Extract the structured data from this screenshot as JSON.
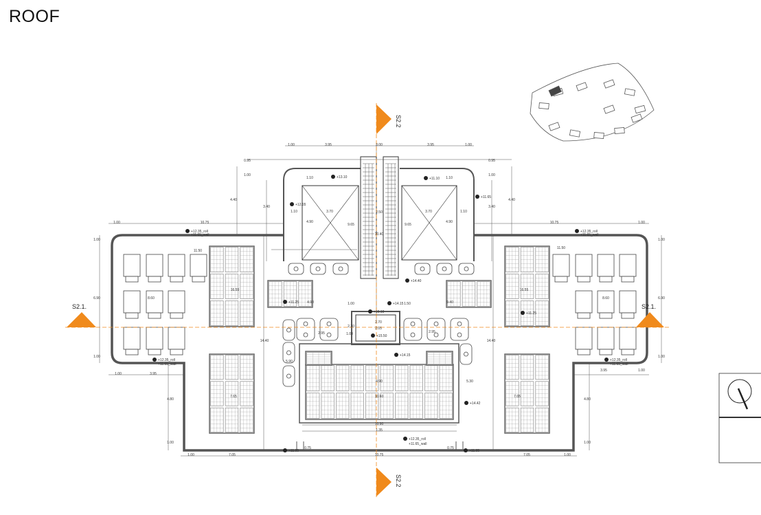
{
  "title": "ROOF",
  "colors": {
    "section": "#f08a1c",
    "wall": "#555555",
    "line": "#333333"
  },
  "sections": {
    "left": "S2.1.",
    "right": "S2.1.",
    "top": "S2.2",
    "bottom": "S2.2"
  },
  "labels": [
    "1.00",
    "3.95",
    "3.00",
    "3.95",
    "1.00",
    "0.95",
    "0.95",
    "1.00",
    "1.00",
    "4.40",
    "4.40",
    "3.40",
    "3.40",
    "1.10",
    "1.10",
    "1.10",
    "1.10",
    "3.70",
    "3.70",
    "4.90",
    "4.90",
    "9.65",
    "9.65",
    "2.50",
    "10.40",
    "+13.10",
    "+11.10",
    "+12.65",
    "+11.65",
    "+12.35_roll",
    "+11.65_wall",
    "+12.35_roll",
    "+11.65_wall",
    "1.00",
    "10.75",
    "1.00",
    "11.50",
    "16.55",
    "6.90",
    "8.60",
    "1.00",
    "1.00",
    "3.95",
    "14.40",
    "4.80",
    "7.65",
    "1.00",
    "1.00",
    "7.05",
    "10.75",
    "1.00",
    "1.00",
    "11.50",
    "16.55",
    "6.90",
    "8.60",
    "1.00",
    "3.95",
    "1.00",
    "14.40",
    "4.80",
    "7.65",
    "1.00",
    "7.05",
    "1.00",
    "1.00",
    "1.50",
    "+14.40",
    "+14.15",
    "+15.10",
    "2.70",
    "2.05",
    "2.10",
    "1.00",
    "+15.50",
    "+14.15",
    "4.90",
    "10.60",
    "5.30",
    "+14.42",
    "10.90",
    "1.35",
    "+12.35_roll",
    "+11.65_wall",
    "0.75",
    "0.75",
    "+11.95",
    "+11.95",
    "10.75",
    "4.90",
    "9.40",
    "+11.25",
    "+11.25",
    "2.95",
    "2.95",
    "5.90",
    "+12.35_roll",
    "+11.65_wall",
    "+12.35_roll",
    "+11.65_wall"
  ]
}
